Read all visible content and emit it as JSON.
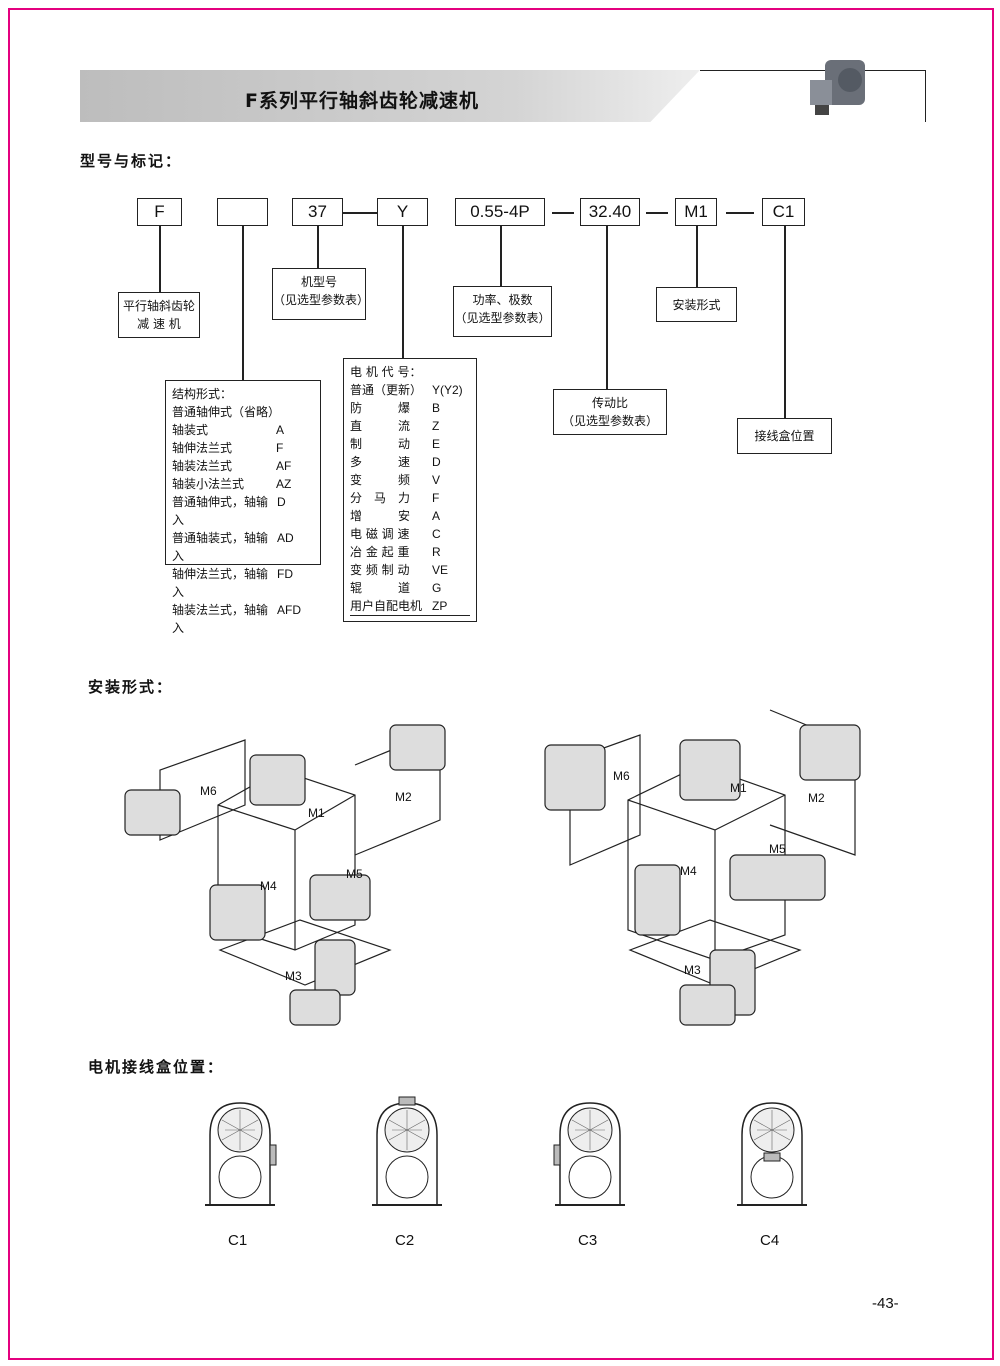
{
  "header": {
    "title": "F系列平行轴斜齿轮减速机"
  },
  "sections": {
    "model": "型号与标记：",
    "mounting": "安装形式：",
    "terminal": "电机接线盒位置："
  },
  "codes": [
    "F",
    "",
    "37",
    "Y",
    "0.55-4P",
    "32.40",
    "M1",
    "C1"
  ],
  "notes": {
    "f": [
      "平行轴斜齿轮",
      "减 速 机"
    ],
    "size": [
      "机型号",
      "（见选型参数表）"
    ],
    "power": [
      "功率、极数",
      "（见选型参数表）"
    ],
    "mount": "安装形式",
    "ratio": [
      "传动比",
      "（见选型参数表）"
    ],
    "terminal": "接线盒位置"
  },
  "structure": {
    "title": "结构形式：",
    "items": [
      [
        "普通轴伸式（省略）",
        ""
      ],
      [
        "轴装式",
        "A"
      ],
      [
        "轴伸法兰式",
        "F"
      ],
      [
        "轴装法兰式",
        "AF"
      ],
      [
        "轴装小法兰式",
        "AZ"
      ],
      [
        "普通轴伸式，轴输入",
        "D"
      ],
      [
        "普通轴装式，轴输入",
        "AD"
      ],
      [
        "轴伸法兰式，轴输入",
        "FD"
      ],
      [
        "轴装法兰式，轴输入",
        "AFD"
      ]
    ]
  },
  "motor": {
    "title": "电 机 代 号：",
    "items": [
      [
        "普通（更新）",
        "Y(Y2)"
      ],
      [
        "防　　　爆",
        "B"
      ],
      [
        "直　　　流",
        "Z"
      ],
      [
        "制　　　动",
        "E"
      ],
      [
        "多　　　速",
        "D"
      ],
      [
        "变　　　频",
        "V"
      ],
      [
        "分　马　力",
        "F"
      ],
      [
        "增　　　安",
        "A"
      ],
      [
        "电 磁 调 速",
        "C"
      ],
      [
        "冶 金 起 重",
        "R"
      ],
      [
        "变 频 制 动",
        "VE"
      ],
      [
        "辊　　　道",
        "G"
      ],
      [
        "用户自配电机",
        "ZP"
      ]
    ]
  },
  "mount_labels": [
    "M1",
    "M2",
    "M3",
    "M4",
    "M5",
    "M6"
  ],
  "terminal_labels": [
    "C1",
    "C2",
    "C3",
    "C4"
  ],
  "page_number": "-43-"
}
